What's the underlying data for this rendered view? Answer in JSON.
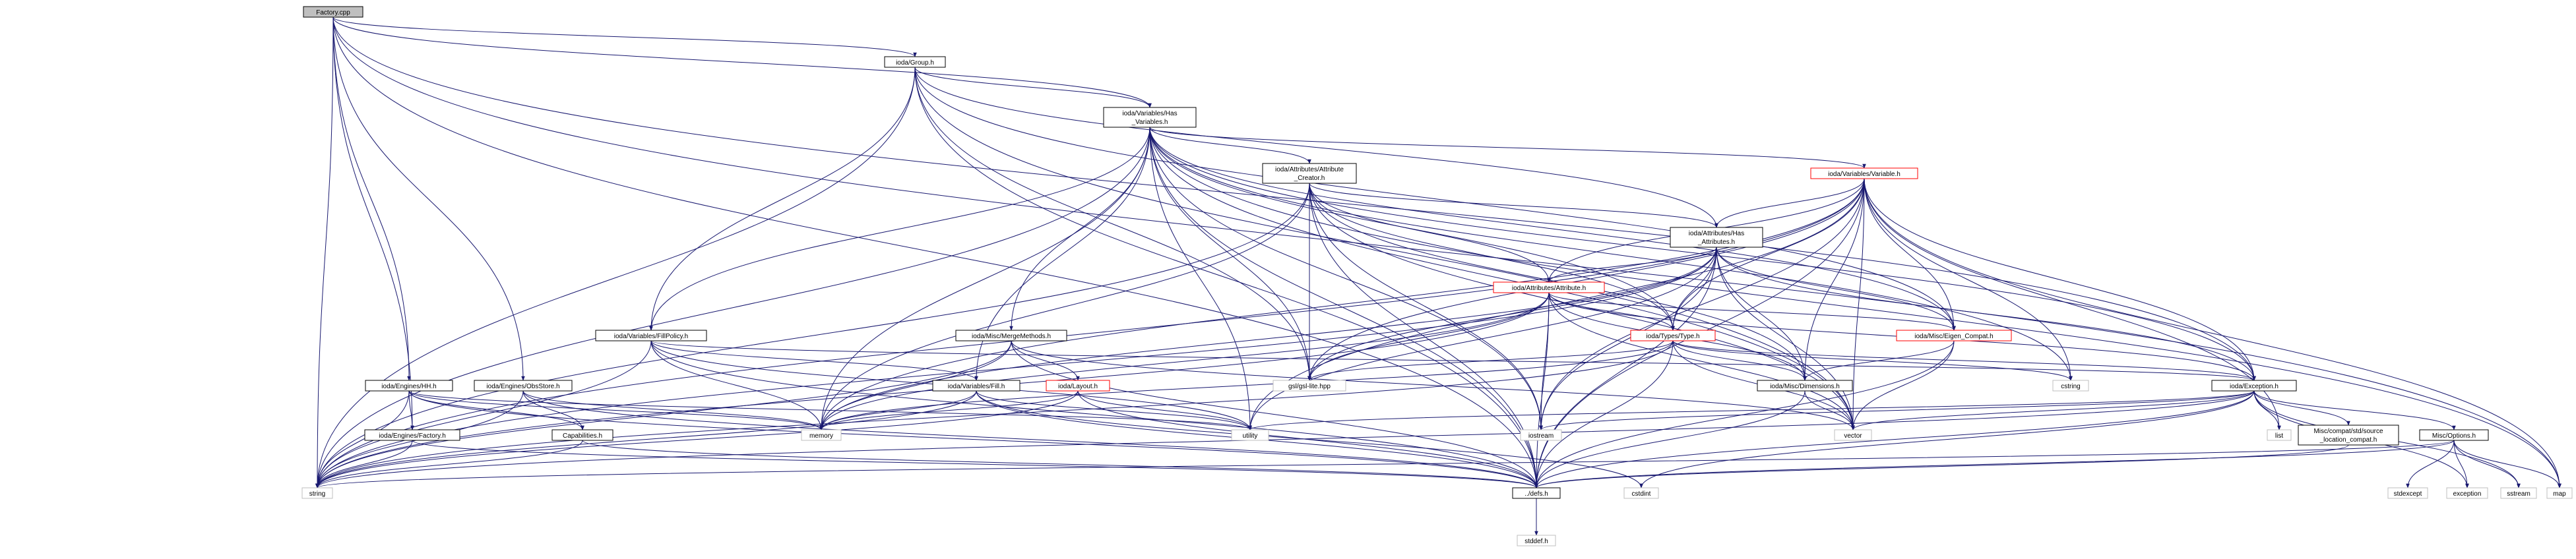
{
  "diagram": {
    "nodes": [
      {
        "id": "n0",
        "lines": [
          "Factory.cpp"
        ],
        "style": "root"
      },
      {
        "id": "n1",
        "lines": [
          "ioda/Group.h"
        ],
        "style": "black"
      },
      {
        "id": "n2",
        "lines": [
          "ioda/Variables/Has",
          "_Variables.h"
        ],
        "style": "black"
      },
      {
        "id": "n3",
        "lines": [
          "ioda/Attributes/Attribute",
          "_Creator.h"
        ],
        "style": "black"
      },
      {
        "id": "n4",
        "lines": [
          "ioda/Variables/Variable.h"
        ],
        "style": "red"
      },
      {
        "id": "n5",
        "lines": [
          "ioda/Attributes/Has",
          "_Attributes.h"
        ],
        "style": "black"
      },
      {
        "id": "n6",
        "lines": [
          "ioda/Attributes/Attribute.h"
        ],
        "style": "red"
      },
      {
        "id": "n7",
        "lines": [
          "ioda/Misc/Eigen_Compat.h"
        ],
        "style": "red"
      },
      {
        "id": "n8",
        "lines": [
          "ioda/Types/Type.h"
        ],
        "style": "red"
      },
      {
        "id": "n9",
        "lines": [
          "ioda/Variables/FillPolicy.h"
        ],
        "style": "black"
      },
      {
        "id": "n10",
        "lines": [
          "ioda/Misc/MergeMethods.h"
        ],
        "style": "black"
      },
      {
        "id": "n11",
        "lines": [
          "ioda/Engines/HH.h"
        ],
        "style": "black"
      },
      {
        "id": "n12",
        "lines": [
          "ioda/Engines/ObsStore.h"
        ],
        "style": "black"
      },
      {
        "id": "n13",
        "lines": [
          "ioda/Variables/Fill.h"
        ],
        "style": "black"
      },
      {
        "id": "n14",
        "lines": [
          "ioda/Layout.h"
        ],
        "style": "red"
      },
      {
        "id": "n15",
        "lines": [
          "gsl/gsl-lite.hpp"
        ],
        "style": "gray"
      },
      {
        "id": "n16",
        "lines": [
          "ioda/Misc/Dimensions.h"
        ],
        "style": "black"
      },
      {
        "id": "n17",
        "lines": [
          "ioda/Exception.h"
        ],
        "style": "black"
      },
      {
        "id": "n18",
        "lines": [
          "ioda/Engines/Factory.h"
        ],
        "style": "black"
      },
      {
        "id": "n19",
        "lines": [
          "Capabilities.h"
        ],
        "style": "black"
      },
      {
        "id": "n20",
        "lines": [
          "memory"
        ],
        "style": "gray"
      },
      {
        "id": "n21",
        "lines": [
          "utility"
        ],
        "style": "gray"
      },
      {
        "id": "n22",
        "lines": [
          "iostream"
        ],
        "style": "gray"
      },
      {
        "id": "n23",
        "lines": [
          "vector"
        ],
        "style": "gray"
      },
      {
        "id": "n24",
        "lines": [
          "cstring"
        ],
        "style": "gray"
      },
      {
        "id": "n25",
        "lines": [
          "list"
        ],
        "style": "gray"
      },
      {
        "id": "n26",
        "lines": [
          "Misc/compat/std/source",
          "_location_compat.h"
        ],
        "style": "black"
      },
      {
        "id": "n27",
        "lines": [
          "Misc/Options.h"
        ],
        "style": "black"
      },
      {
        "id": "n28",
        "lines": [
          "string"
        ],
        "style": "gray"
      },
      {
        "id": "n29",
        "lines": [
          "../defs.h"
        ],
        "style": "black"
      },
      {
        "id": "n30",
        "lines": [
          "cstdint"
        ],
        "style": "gray"
      },
      {
        "id": "n31",
        "lines": [
          "stddef.h"
        ],
        "style": "gray"
      },
      {
        "id": "n32",
        "lines": [
          "stdexcept"
        ],
        "style": "gray"
      },
      {
        "id": "n33",
        "lines": [
          "exception"
        ],
        "style": "gray"
      },
      {
        "id": "n34",
        "lines": [
          "sstream"
        ],
        "style": "gray"
      },
      {
        "id": "n35",
        "lines": [
          "map"
        ],
        "style": "gray"
      }
    ]
  },
  "colors": {
    "edge": "#191970",
    "text": "#000000",
    "node_fill": "#ffffff",
    "root_fill": "#bfbfbf",
    "border_black": "#000000",
    "border_red": "#ff0000",
    "border_gray": "#bfbfbf"
  }
}
